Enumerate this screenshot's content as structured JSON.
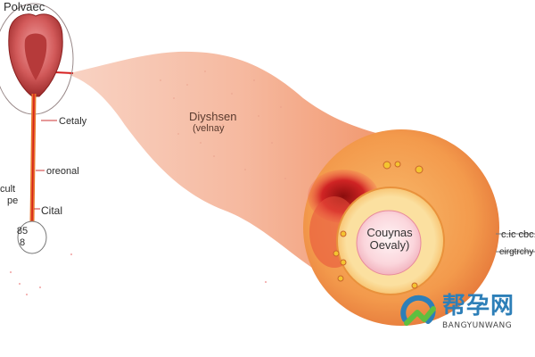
{
  "diagram": {
    "labels": {
      "top_left": "Polvaec",
      "cetaly": "Cetaly",
      "oreonal": "oreonal",
      "calt": "cult",
      "pe": "pe",
      "cital": "Cital",
      "bulb_line1": "85",
      "bulb_line2": "8",
      "tube_line1": "Diyshsen",
      "tube_line2": "(velnay",
      "core_line1": "Couynas",
      "core_line2": "Oevaly)",
      "right_line1": "c.ic cbc.",
      "right_line2": "eirgtrchy"
    },
    "colors": {
      "tube_light": "#f7c4b0",
      "tube_dark": "#f08a5a",
      "outer_orange": "#f39a4c",
      "inner_ring": "#f8c66a",
      "core_pink": "#fbd6dc",
      "organ_red": "#c43a3a",
      "accent_red": "#d62020"
    }
  },
  "watermark": {
    "chinese": "帮孕网",
    "english": "BANGYUNWANG",
    "logo_icon": "search-magnifier-icon",
    "colors": {
      "blue": "#2d7fb8",
      "green": "#5fbf3f"
    }
  }
}
